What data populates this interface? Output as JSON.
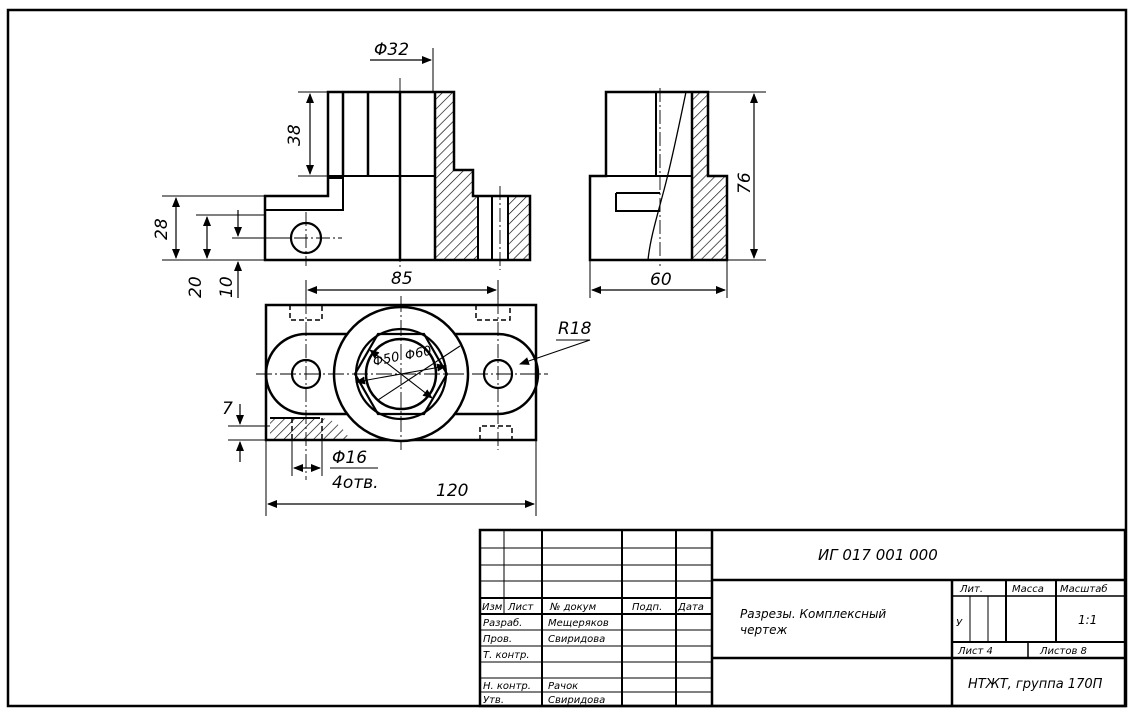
{
  "dimensions": {
    "phi32": "Φ32",
    "d38": "38",
    "d28": "28",
    "d20": "20",
    "d10": "10",
    "d85": "85",
    "d76": "76",
    "d60": "60",
    "r18": "R18",
    "d7": "7",
    "phi50": "Φ50",
    "phi60": "Φ60",
    "phi16": "Φ16",
    "holes": "4отв.",
    "d120": "120"
  },
  "title_block": {
    "designation": "ИГ 017 001 000",
    "title_line1": "Разрезы. Комплексный",
    "title_line2": "чертеж",
    "col_izm": "Изм",
    "col_list": "Лист",
    "col_doc": "№ докум",
    "col_sign": "Подп.",
    "col_date": "Дата",
    "role_razrab": "Разраб.",
    "name_razrab": "Мещеряков",
    "role_prov": "Пров.",
    "name_prov": "Свиридова",
    "role_tkontr": "Т. контр.",
    "role_nkontr": "Н. контр.",
    "name_nkontr": "Рачок",
    "role_utv": "Утв.",
    "name_utv": "Свиридова",
    "lit_header": "Лит.",
    "mass_header": "Масса",
    "scale_header": "Масштаб",
    "lit_value": "У",
    "scale_value": "1:1",
    "sheet": "Лист 4",
    "sheets": "Листов 8",
    "organization": "НТЖТ, группа 170П"
  }
}
